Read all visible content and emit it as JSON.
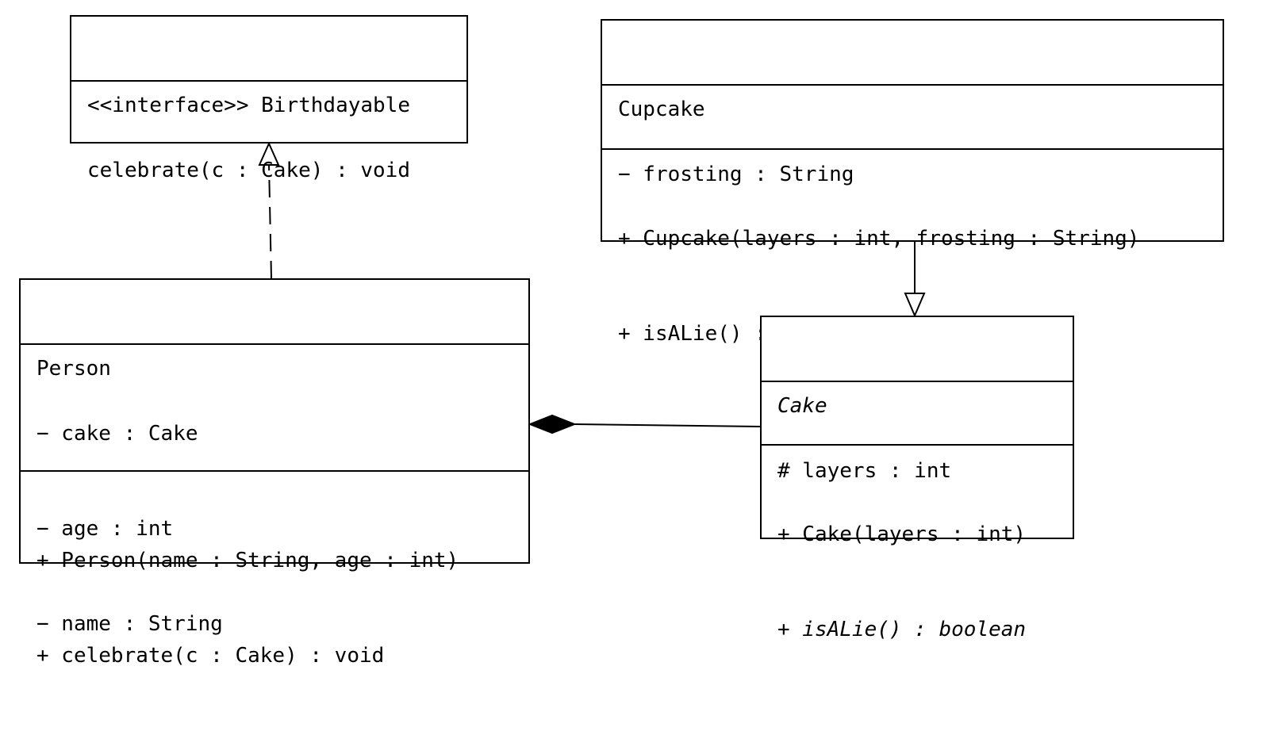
{
  "classes": {
    "birthdayable": {
      "name": "<<interface>> Birthdayable",
      "methods": [
        "celebrate(c : Cake) : void"
      ]
    },
    "cupcake": {
      "name": "Cupcake",
      "attributes": [
        "− frosting : String"
      ],
      "methods": [
        "+ Cupcake(layers : int, frosting : String)",
        "+ isALie() : boolean"
      ]
    },
    "person": {
      "name": "Person",
      "attributes": [
        "− cake : Cake",
        "− age : int",
        "− name : String"
      ],
      "methods": [
        "+ Person(name : String, age : int)",
        "+ celebrate(c : Cake) : void"
      ]
    },
    "cake": {
      "name": "Cake",
      "attributes": [
        "# layers : int"
      ],
      "methods": [
        "+ Cake(layers : int)",
        "+ isALie() : boolean"
      ]
    }
  },
  "relationships": [
    {
      "type": "realization",
      "from": "Person",
      "to": "Birthdayable"
    },
    {
      "type": "generalization",
      "from": "Cupcake",
      "to": "Cake"
    },
    {
      "type": "composition",
      "whole": "Person",
      "part": "Cake"
    }
  ]
}
